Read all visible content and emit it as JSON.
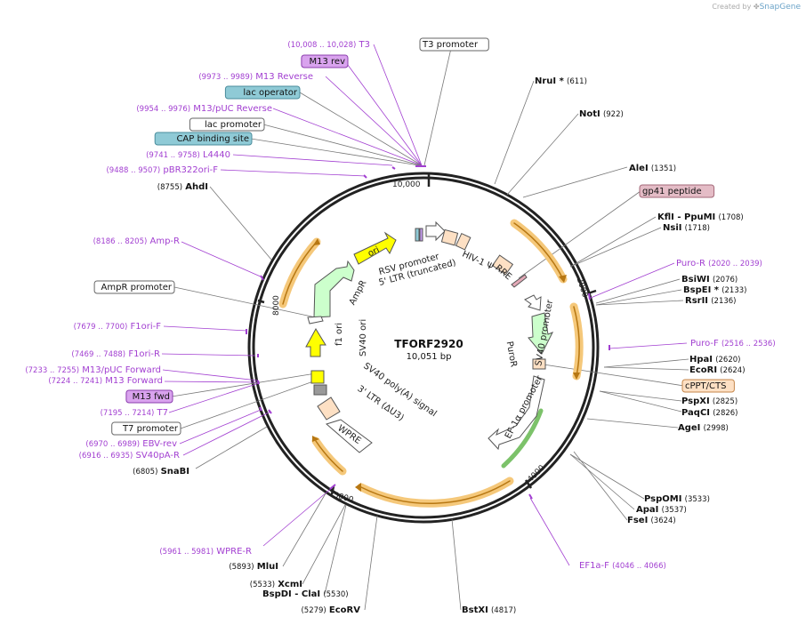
{
  "credit": {
    "prefix": "Created by",
    "brand": "SnapGene"
  },
  "plasmid": {
    "name": "TFORF2920",
    "length": "10,051 bp"
  },
  "ticks": [
    "10,000",
    "2000",
    "4000",
    "5000",
    "8000"
  ],
  "features": {
    "rsv_promoter": "RSV promoter",
    "ltr5": "5' LTR (truncated)",
    "hiv": "HIV-1 Ψ",
    "rre": "RRE",
    "ori": "ori",
    "ampr": "AmpR",
    "f1ori": "f1 ori",
    "sv40ori": "SV40 ori",
    "sv40polya": "SV40 poly(A) signal",
    "ltr3": "3' LTR (ΔU3)",
    "wpre": "WPRE",
    "sv40promoter": "SV40 promoter",
    "puror": "PuroR",
    "ef1a": "EF-1α promoter"
  },
  "site_labels": [
    {
      "name": "T3",
      "pos": "(10,008 .. 10,028)"
    },
    {
      "name": "T3 promoter",
      "pos": ""
    },
    {
      "name": "M13 rev",
      "pos": ""
    },
    {
      "name": "M13 Reverse",
      "pos": "(9973 .. 9989)"
    },
    {
      "name": "lac operator",
      "pos": ""
    },
    {
      "name": "M13/pUC Reverse",
      "pos": "(9954 .. 9976)"
    },
    {
      "name": "lac promoter",
      "pos": ""
    },
    {
      "name": "CAP binding site",
      "pos": ""
    },
    {
      "name": "L4440",
      "pos": "(9741 .. 9758)"
    },
    {
      "name": "pBR322ori-F",
      "pos": "(9488 .. 9507)"
    },
    {
      "name": "AhdI",
      "pos": "(8755)"
    },
    {
      "name": "Amp-R",
      "pos": "(8186 .. 8205)"
    },
    {
      "name": "AmpR promoter",
      "pos": ""
    },
    {
      "name": "F1ori-F",
      "pos": "(7679 .. 7700)"
    },
    {
      "name": "F1ori-R",
      "pos": "(7469 .. 7488)"
    },
    {
      "name": "M13/pUC Forward",
      "pos": "(7233 .. 7255)"
    },
    {
      "name": "M13 Forward",
      "pos": "(7224 .. 7241)"
    },
    {
      "name": "M13 fwd",
      "pos": ""
    },
    {
      "name": "T7",
      "pos": "(7195 .. 7214)"
    },
    {
      "name": "T7 promoter",
      "pos": ""
    },
    {
      "name": "EBV-rev",
      "pos": "(6970 .. 6989)"
    },
    {
      "name": "SV40pA-R",
      "pos": "(6916 .. 6935)"
    },
    {
      "name": "SnaBI",
      "pos": "(6805)"
    },
    {
      "name": "WPRE-R",
      "pos": "(5961 .. 5981)"
    },
    {
      "name": "MluI",
      "pos": "(5893)"
    },
    {
      "name": "XcmI",
      "pos": "(5533)"
    },
    {
      "name": "BspDI",
      "pos": "(5530)",
      "extra": "- ClaI"
    },
    {
      "name": "EcoRV",
      "pos": "(5279)"
    },
    {
      "name": "BstXI",
      "pos": "(4817)"
    },
    {
      "name": "EF1a-F",
      "pos": "(4046 .. 4066)"
    },
    {
      "name": "PspOMI",
      "pos": "(3533)"
    },
    {
      "name": "ApaI",
      "pos": "(3537)"
    },
    {
      "name": "FseI",
      "pos": "(3624)"
    },
    {
      "name": "AgeI",
      "pos": "(2998)"
    },
    {
      "name": "PspXI",
      "pos": "(2825)"
    },
    {
      "name": "PaqCI",
      "pos": "(2826)"
    },
    {
      "name": "cPPT/CTS",
      "pos": ""
    },
    {
      "name": "HpaI",
      "pos": "(2620)"
    },
    {
      "name": "EcoRI",
      "pos": "(2624)"
    },
    {
      "name": "Puro-F",
      "pos": "(2516 .. 2536)"
    },
    {
      "name": "BsiWI",
      "pos": "(2076)"
    },
    {
      "name": "BspEI *",
      "pos": "(2133)"
    },
    {
      "name": "RsrII",
      "pos": "(2136)"
    },
    {
      "name": "Puro-R",
      "pos": "(2020 .. 2039)"
    },
    {
      "name": "KflI",
      "pos": "(1708)",
      "extra": "- PpuMI"
    },
    {
      "name": "NsiI",
      "pos": "(1718)"
    },
    {
      "name": "gp41 peptide",
      "pos": ""
    },
    {
      "name": "AleI",
      "pos": "(1351)"
    },
    {
      "name": "NotI",
      "pos": "(922)"
    },
    {
      "name": "NruI *",
      "pos": "(611)"
    }
  ]
}
